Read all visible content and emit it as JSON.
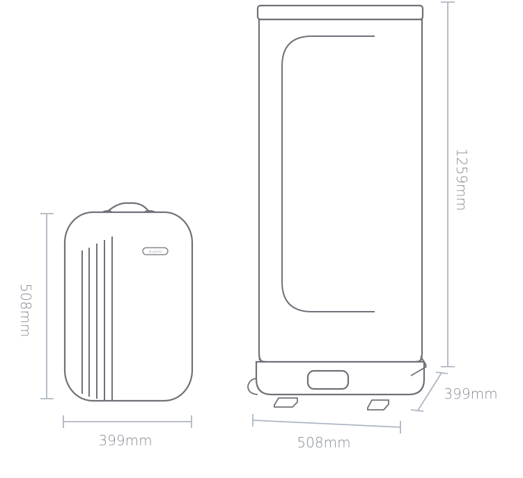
{
  "colors": {
    "outline": "#6f7178",
    "dimension": "#aeb6c2",
    "label": "#858b94",
    "body_fill": "#ffffff"
  },
  "case": {
    "badge_text": "Xiaomi",
    "height_label": "508mm",
    "width_label": "399mm"
  },
  "dryer": {
    "height_label": "1259mm",
    "width_label": "508mm",
    "depth_label": "399mm"
  }
}
